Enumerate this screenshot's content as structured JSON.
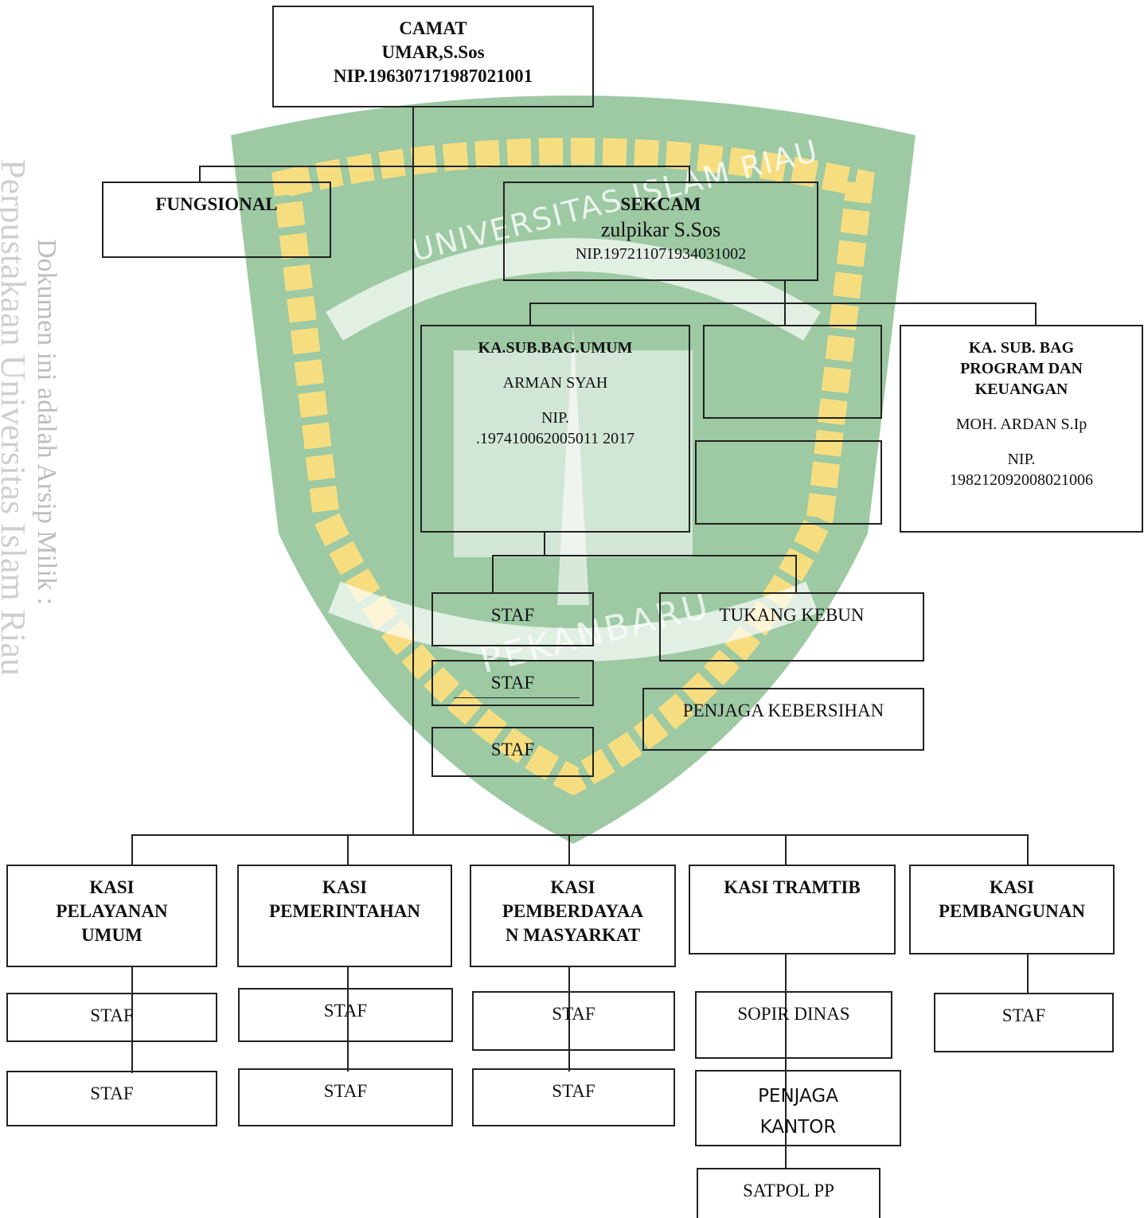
{
  "watermark": {
    "side_text_1": "Dokumen ini adalah Arsip Milik :",
    "side_text_2": "Perpustakaan Universitas Islam Riau",
    "seal_top": "UNIVERSITAS ISLAM RIAU",
    "seal_bottom": "PEKANBARU",
    "colors": {
      "green": "#2e8b3a",
      "gold": "#f0c419"
    }
  },
  "camat": {
    "role": "CAMAT",
    "name": "UMAR,S.Sos",
    "nip": "NIP.196307171987021001"
  },
  "fungsional": {
    "label": "FUNGSIONAL"
  },
  "sekcam": {
    "role": "SEKCAM",
    "name": "zulpikar S.Sos",
    "nip": "NIP.197211071934031002"
  },
  "umum": {
    "role": "KA.SUB.BAG.UMUM",
    "name": "ARMAN SYAH",
    "nip_label": "NIP.",
    "nip": ".197410062005011 2017"
  },
  "program": {
    "role_line1": "KA. SUB. BAG",
    "role_line2": "PROGRAM DAN",
    "role_line3": "KEUANGAN",
    "name": "MOH. ARDAN S.Ip",
    "nip_label": "NIP.",
    "nip": "198212092008021006"
  },
  "umum_staff": {
    "staf1": "STAF",
    "staf2": "STAF",
    "staf3": "STAF",
    "tukang_kebun": "TUKANG KEBUN",
    "penjaga_kebersihan": "PENJAGA KEBERSIHAN"
  },
  "kasi": [
    {
      "line1": "KASI",
      "line2": "PELAYANAN",
      "line3": "UMUM",
      "staff": [
        "STAF",
        "STAF"
      ]
    },
    {
      "line1": "KASI",
      "line2": "PEMERINTAHAN",
      "line3": "",
      "staff": [
        "STAF",
        "STAF"
      ]
    },
    {
      "line1": "KASI",
      "line2": "PEMBERDAYAA",
      "line3": "N MASYARKAT",
      "staff": [
        "STAF",
        "STAF"
      ]
    },
    {
      "line1": "KASI TRAMTIB",
      "line2": "",
      "line3": "",
      "staff": [
        "SOPIR DINAS",
        "PENJAGA",
        "KANTOR",
        "SATPOL PP"
      ]
    },
    {
      "line1": "KASI",
      "line2": "PEMBANGUNAN",
      "line3": "",
      "staff": [
        "STAF"
      ]
    }
  ]
}
